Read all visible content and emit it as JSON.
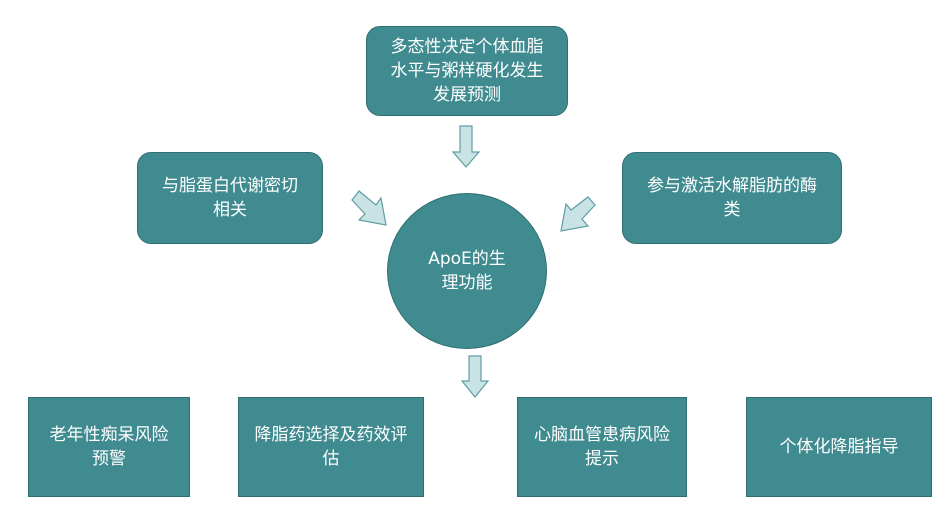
{
  "colors": {
    "node_fill": "#3f8b90",
    "node_border": "#2f6f73",
    "node_text": "#ffffff",
    "arrow_fill": "#c9e2e4",
    "arrow_stroke": "#5f9ea3"
  },
  "center": {
    "label": "ApoE的生\n理功能"
  },
  "top_node": {
    "label": "多态性决定个体血脂\n水平与粥样硬化发生\n发展预测"
  },
  "left_node": {
    "label": "与脂蛋白代谢密切\n相关"
  },
  "right_node": {
    "label": "参与激活水解脂肪的酶\n类"
  },
  "bottom_nodes": [
    {
      "label": "老年性痴呆风险\n预警"
    },
    {
      "label": "降脂药选择及药效评\n估"
    },
    {
      "label": "心脑血管患病风险\n提示"
    },
    {
      "label": "个体化降脂指导"
    }
  ]
}
